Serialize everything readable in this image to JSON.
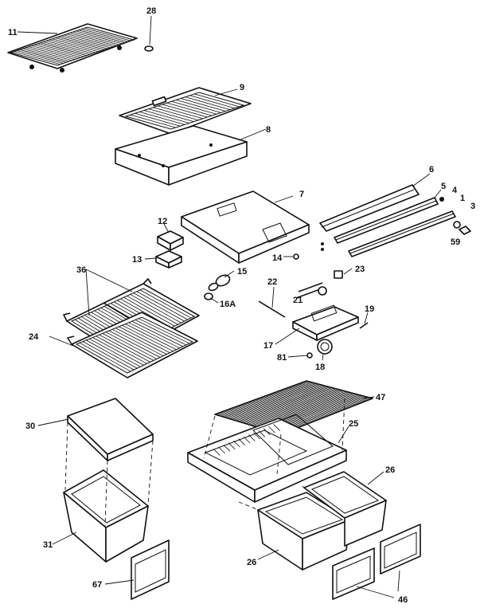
{
  "callouts": {
    "c11": "11",
    "c28": "28",
    "c9": "9",
    "c8": "8",
    "c6": "6",
    "c5": "5",
    "c4": "4",
    "c1": "1",
    "c3": "3",
    "c59": "59",
    "c7": "7",
    "c12": "12",
    "c13": "13",
    "c14": "14",
    "c15": "15",
    "c16a": "16A",
    "c22": "22",
    "c23": "23",
    "c21": "21",
    "c36": "36",
    "c24": "24",
    "c19": "19",
    "c17": "17",
    "c81": "81",
    "c18": "18",
    "c47": "47",
    "c30": "30",
    "c25": "25",
    "c26a": "26",
    "c26b": "26",
    "c31": "31",
    "c67": "67",
    "c46": "46"
  }
}
